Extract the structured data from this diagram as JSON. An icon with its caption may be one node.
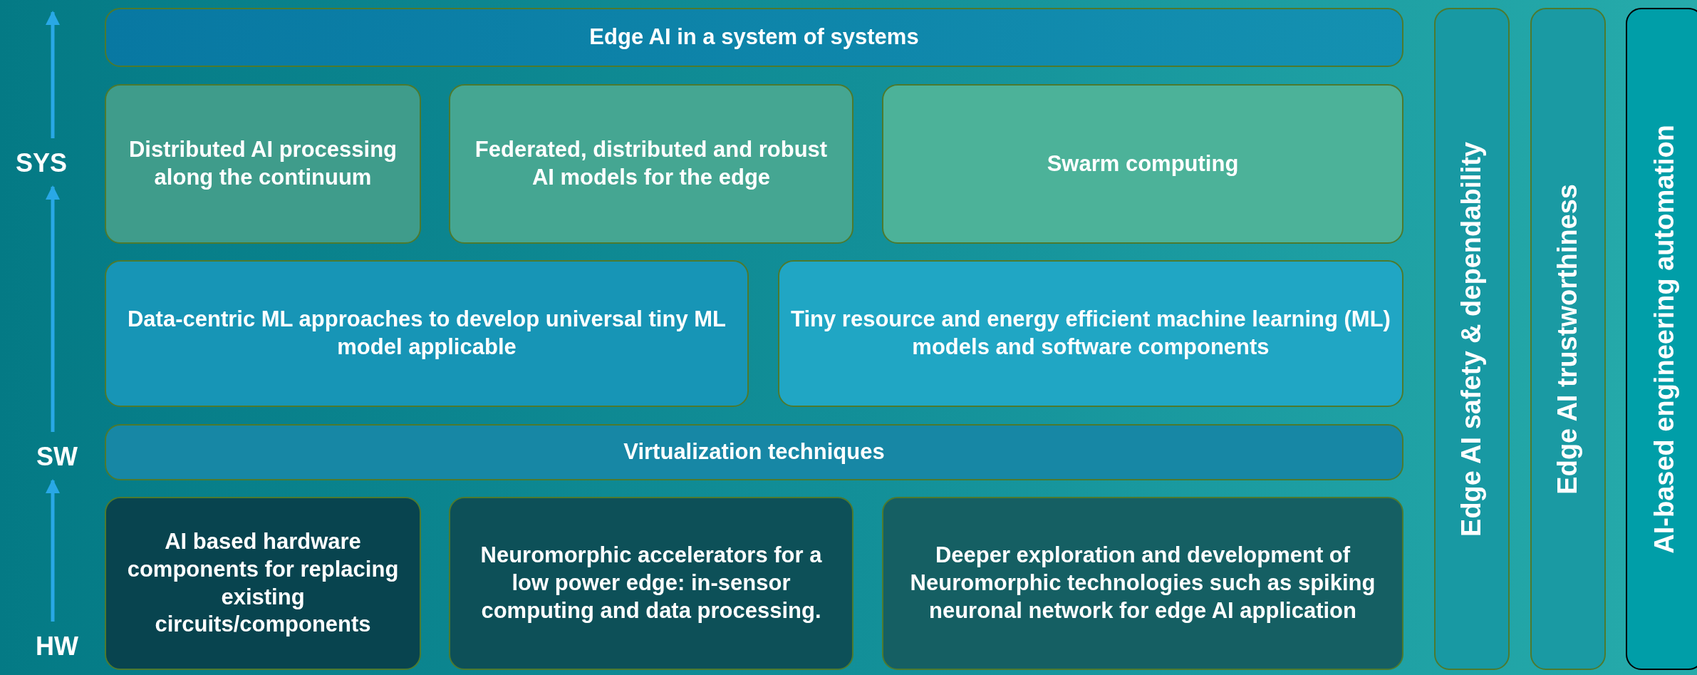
{
  "diagram": {
    "nodes": [
      {
        "text": [
          "Edge AI in a system of systems"
        ]
      },
      {
        "text": [
          "Distributed AI processing along the continuum"
        ]
      },
      {
        "text": [
          "Federated, distributed and robust AI models for the edge"
        ]
      },
      {
        "text": [
          "Swarm computing"
        ]
      },
      {
        "text": [
          "Data-centric ML approaches to develop universal tiny ML model applicable"
        ]
      },
      {
        "text": [
          "Tiny resource and energy efficient machine learning (ML) models and software components"
        ]
      },
      {
        "text": [
          "Virtualization techniques"
        ]
      },
      {
        "text": [
          "AI based hardware components for replacing existing circuits/components"
        ]
      },
      {
        "text": [
          "Neuromorphic accelerators for a low power edge: in-sensor computing and data processing."
        ]
      },
      {
        "text": [
          "Deeper exploration and development of Neuromorphic technologies such as spiking neuronal network for edge AI application"
        ]
      },
      {
        "text": [
          "Edge AI safety & dependability"
        ]
      },
      {
        "text": [
          "Edge AI trustworthiness"
        ]
      },
      {
        "text": [
          "AI-based engineering automation"
        ]
      },
      {
        "text": [
          "SYS"
        ]
      },
      {
        "text": [
          "SW"
        ]
      },
      {
        "text": [
          "HW"
        ]
      }
    ],
    "edges": [
      {
        "from": 15,
        "to": 14,
        "arrow": "to"
      },
      {
        "from": 14,
        "to": 13,
        "arrow": "to"
      },
      {
        "from": 13,
        "to": null,
        "arrow": "to"
      }
    ]
  }
}
